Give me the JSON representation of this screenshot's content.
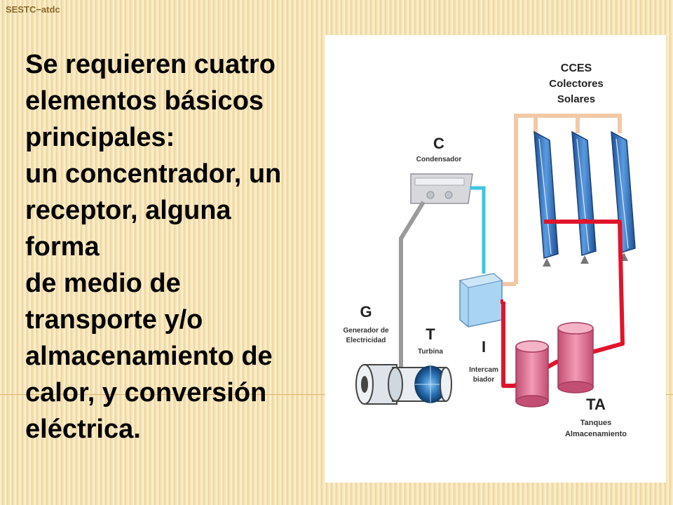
{
  "slide_label": "SESTC−atdc",
  "body_lines": [
    "Se requieren cuatro",
    "elementos básicos",
    "principales:",
    "un concentrador, un",
    "receptor, alguna",
    "forma",
    "de medio de",
    "transporte y/o",
    "almacenamiento de",
    "calor, y conversión",
    "eléctrica."
  ],
  "diagram": {
    "cces_title": "CCES",
    "cces_line1": "Colectores",
    "cces_line2": "Solares",
    "c_letter": "C",
    "c_name": "Condensador",
    "g_letter": "G",
    "g_line1": "Generador de",
    "g_line2": "Electricidad",
    "t_letter": "T",
    "t_name": "Turbina",
    "i_letter": "I",
    "i_line1": "Intercam",
    "i_line2": "biador",
    "ta_letter": "TA",
    "ta_line1": "Tanques",
    "ta_line2": "Almacenamiento"
  },
  "colors": {
    "hot_pipe": "#e0142a",
    "cold_pipe": "#f2c9a6",
    "cyan_pipe": "#3ec6e0",
    "gray_pipe": "#9a9a9a",
    "collector_blue": "#2f6fb8",
    "tank_pink": "#d96a8c",
    "exchanger_blue": "#a9d4f2"
  }
}
